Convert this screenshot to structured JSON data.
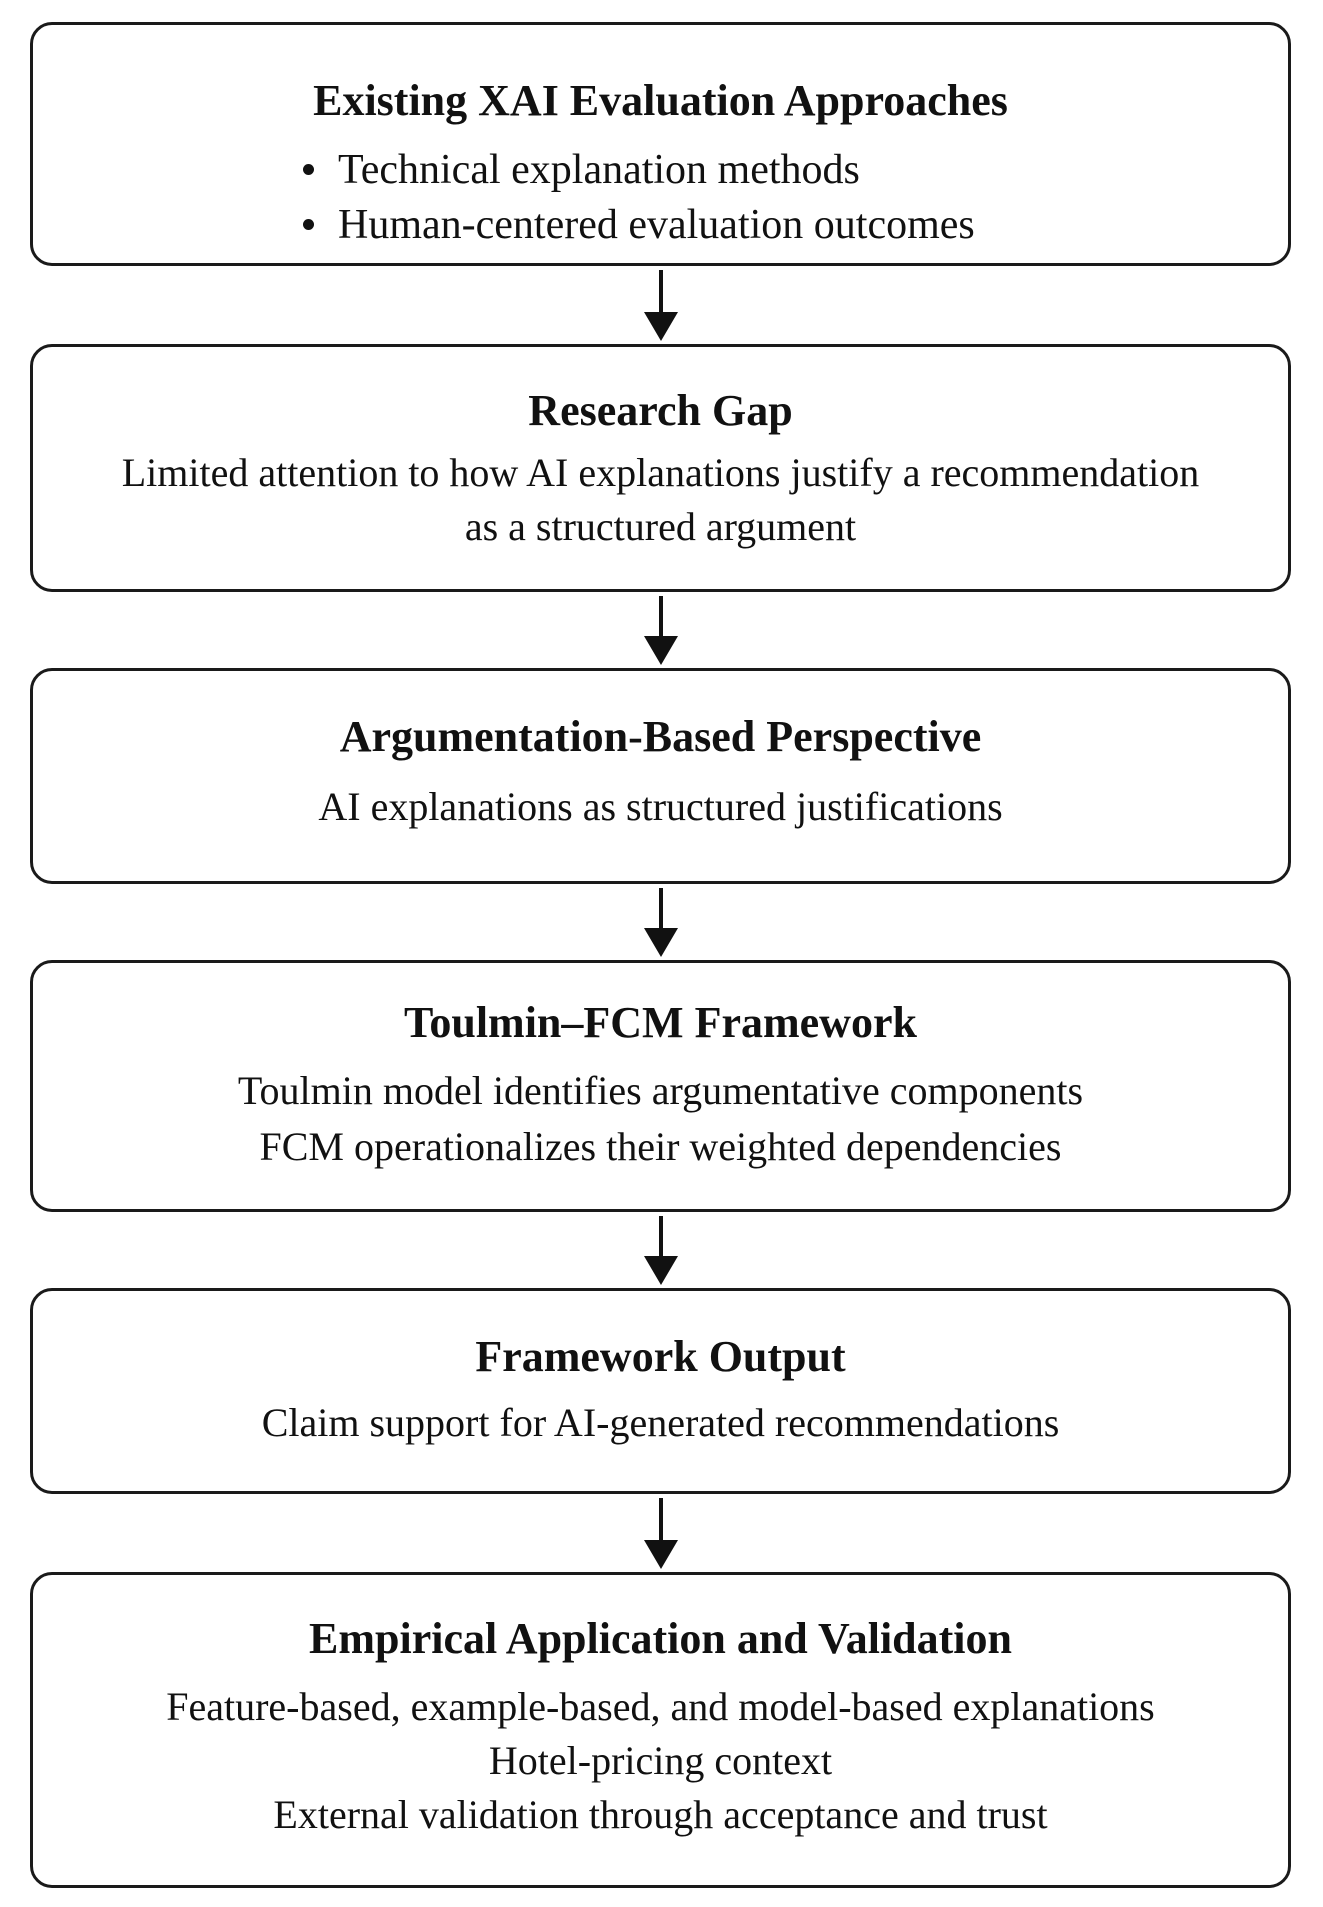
{
  "boxes": [
    {
      "title": "Existing XAI Evaluation Approaches",
      "bullets": [
        "Technical explanation methods",
        "Human-centered evaluation outcomes"
      ]
    },
    {
      "title": "Research Gap",
      "lines": [
        "Limited attention to how AI explanations justify a recommendation",
        "as a structured argument"
      ]
    },
    {
      "title": "Argumentation-Based Perspective",
      "lines": [
        "AI explanations as structured justifications"
      ]
    },
    {
      "title": "Toulmin–FCM Framework",
      "lines": [
        "Toulmin model identifies argumentative components",
        "FCM operationalizes their weighted dependencies"
      ]
    },
    {
      "title": "Framework Output",
      "lines": [
        "Claim support for AI-generated recommendations"
      ]
    },
    {
      "title": "Empirical Application and Validation",
      "lines": [
        "Feature-based, example-based, and model-based explanations",
        "Hotel-pricing context",
        "External validation through acceptance and trust"
      ]
    }
  ]
}
